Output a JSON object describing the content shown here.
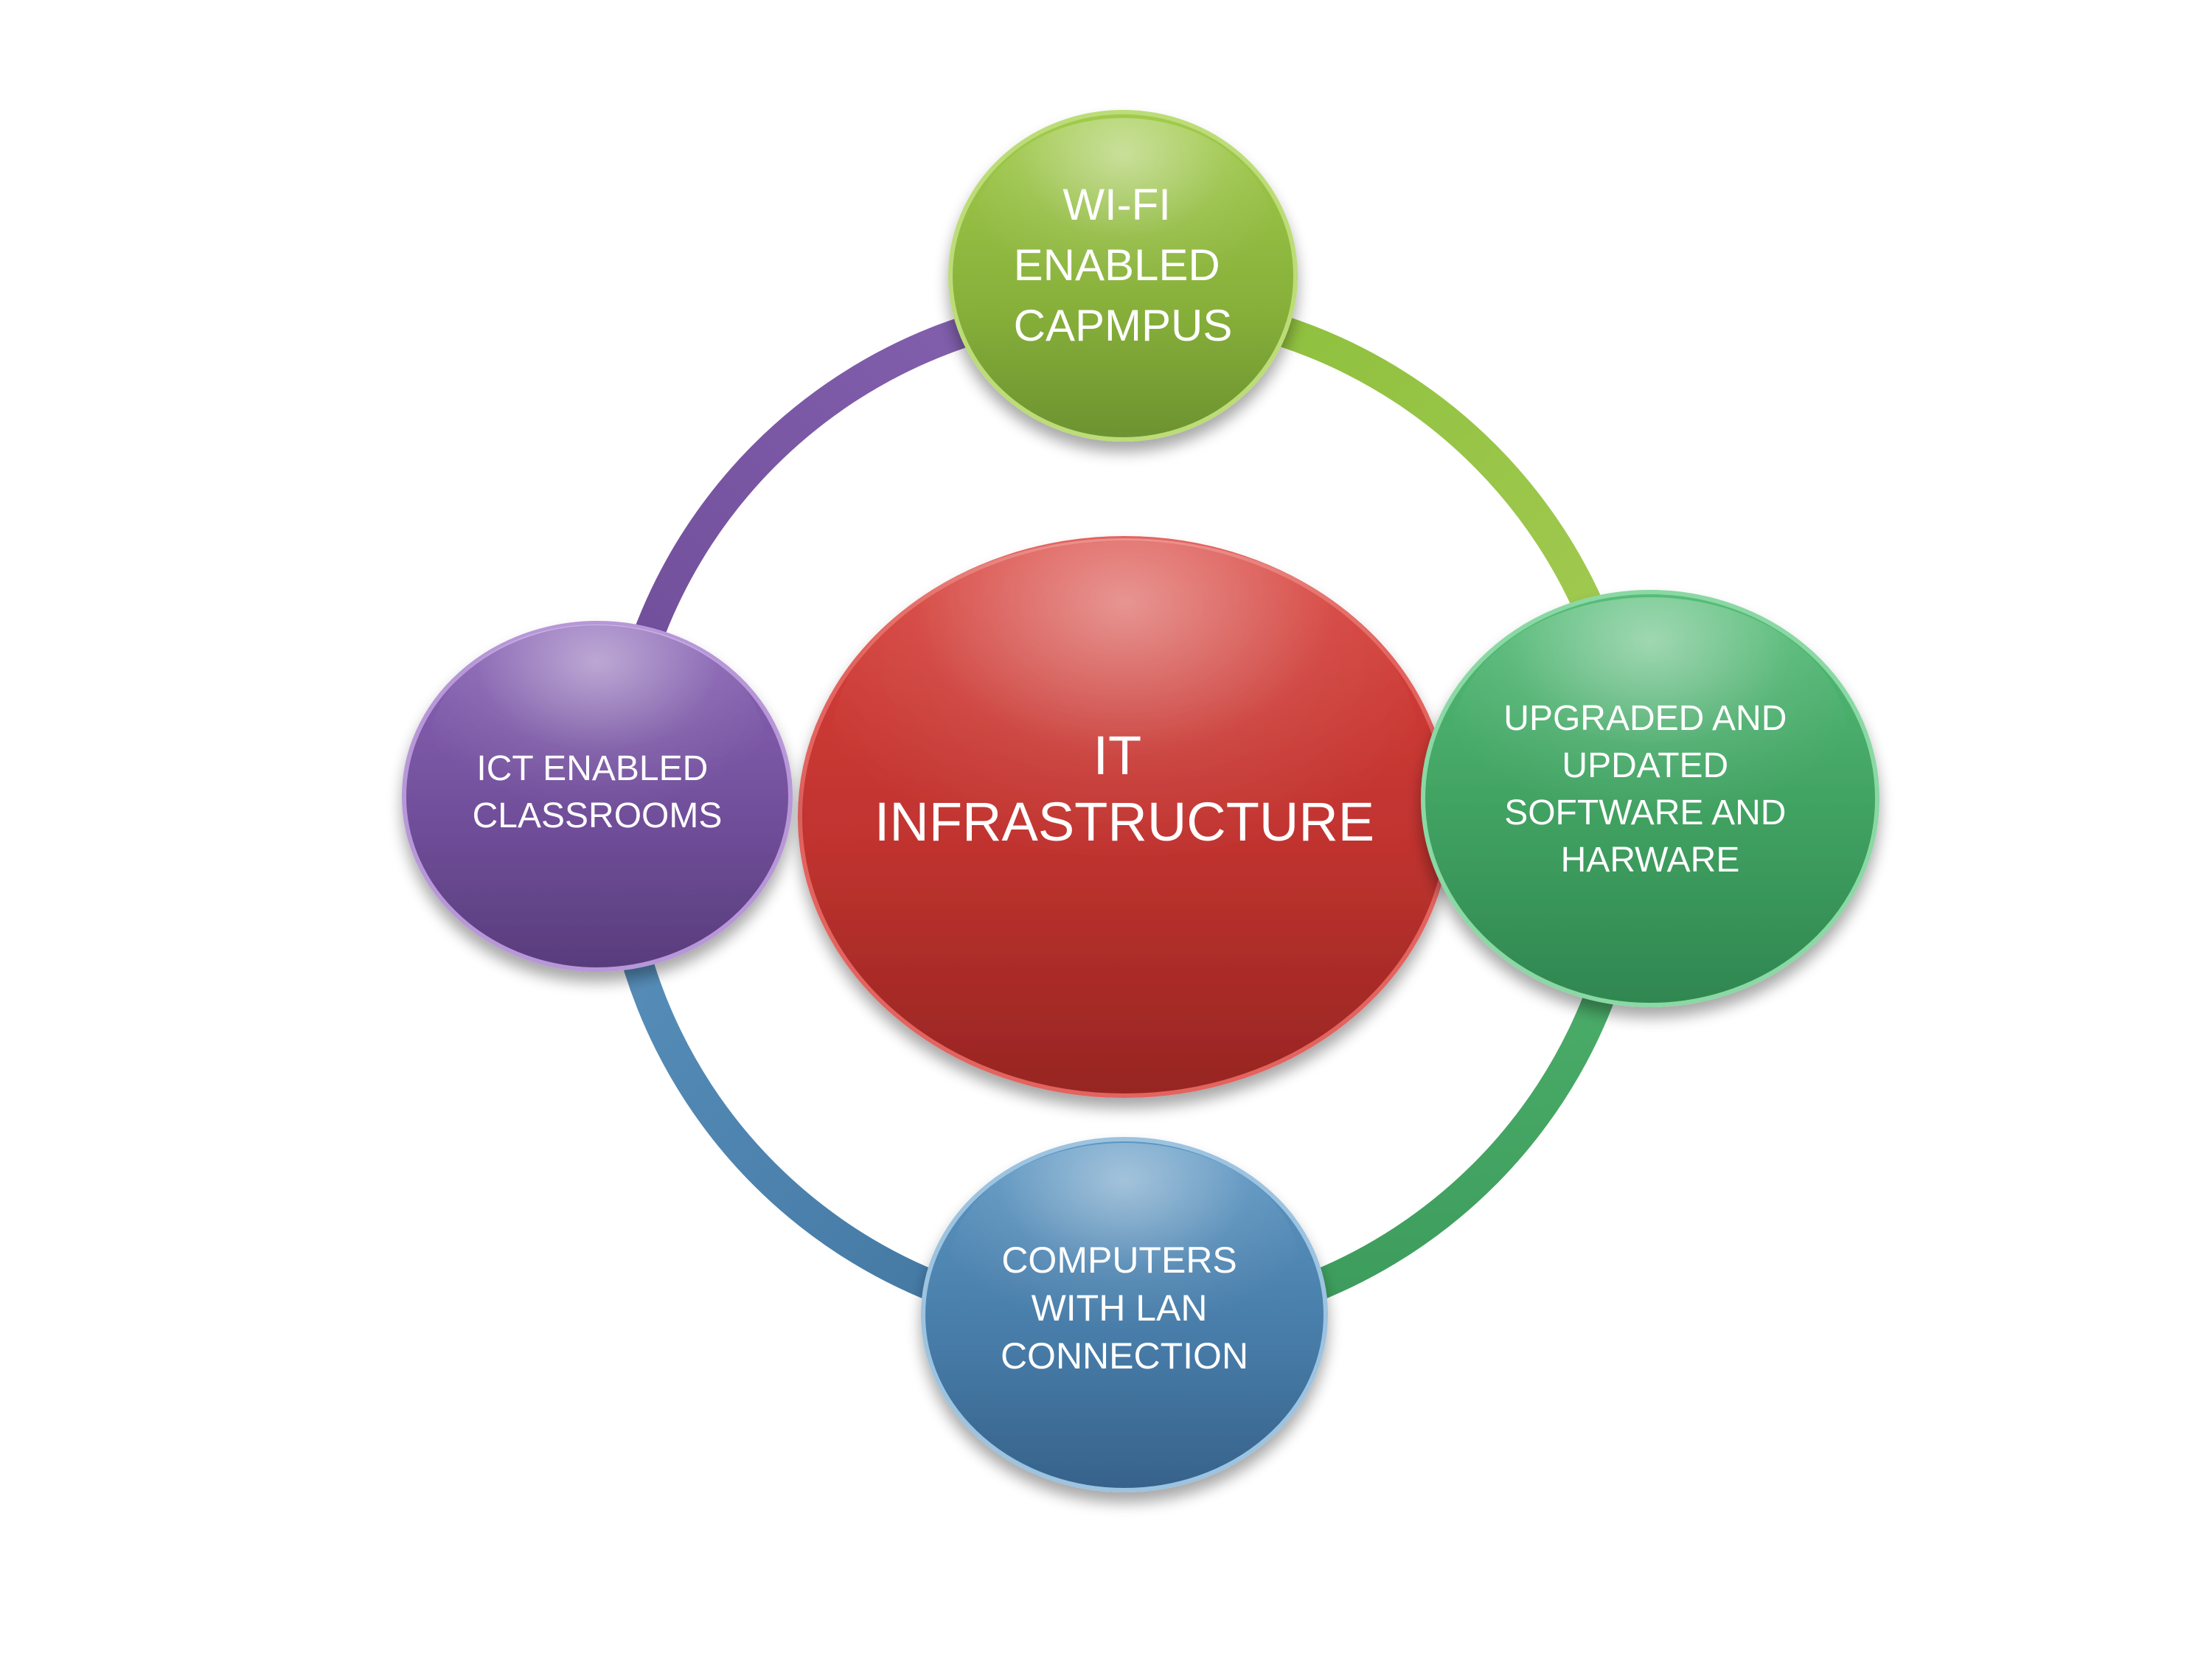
{
  "center": {
    "lines": [
      "IT",
      "INFRASTRUCTURE"
    ],
    "color": "#c0332f"
  },
  "nodes": [
    {
      "id": "wifi",
      "lines": [
        "WI-FI",
        "ENABLED",
        "CAPMPUS"
      ],
      "color": "#8bb33a"
    },
    {
      "id": "software",
      "lines": [
        "UPGRADED AND",
        "UPDATED",
        "SOFTWARE AND",
        "HARWARE"
      ],
      "color": "#3fa660"
    },
    {
      "id": "computers",
      "lines": [
        "COMPUTERS",
        "WITH LAN",
        "CONNECTION"
      ],
      "color": "#4a80ad"
    },
    {
      "id": "ict",
      "lines": [
        "ICT ENABLED",
        "CLASSROOMS"
      ],
      "color": "#744f9e"
    }
  ],
  "ring": {
    "segment_colors": [
      "#99c344",
      "#45ad68",
      "#4b85b0",
      "#7e5aa8"
    ]
  }
}
